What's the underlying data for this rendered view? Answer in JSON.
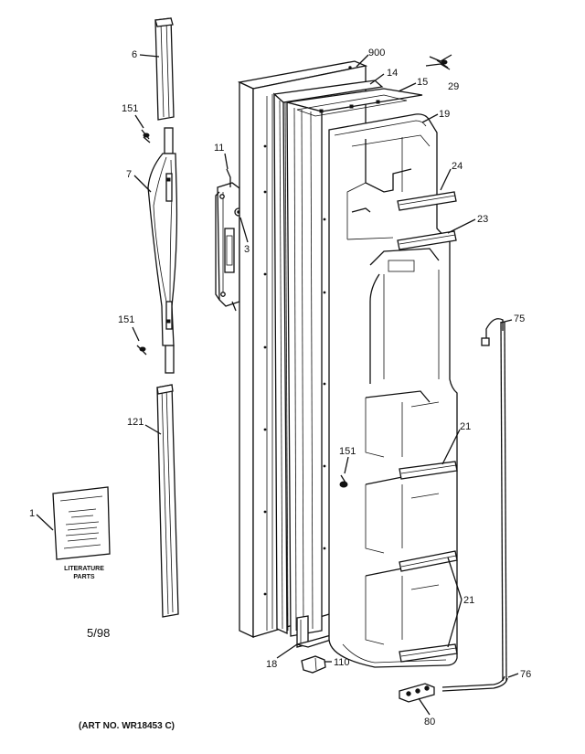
{
  "callouts": {
    "c6": "6",
    "c151a": "151",
    "c7": "7",
    "c151b": "151",
    "c121": "121",
    "c1": "1",
    "c11": "11",
    "c3": "3",
    "c900": "900",
    "c14": "14",
    "c15": "15",
    "c29": "29",
    "c19": "19",
    "c24": "24",
    "c23": "23",
    "c75": "75",
    "c21a": "21",
    "c151c": "151",
    "c21b": "21",
    "c18": "18",
    "c110": "110",
    "c76": "76",
    "c80": "80"
  },
  "literature": {
    "line1": "LITERATURE",
    "line2": "PARTS"
  },
  "date_code": "5/98",
  "art_number": "(ART NO. WR18453 C)"
}
